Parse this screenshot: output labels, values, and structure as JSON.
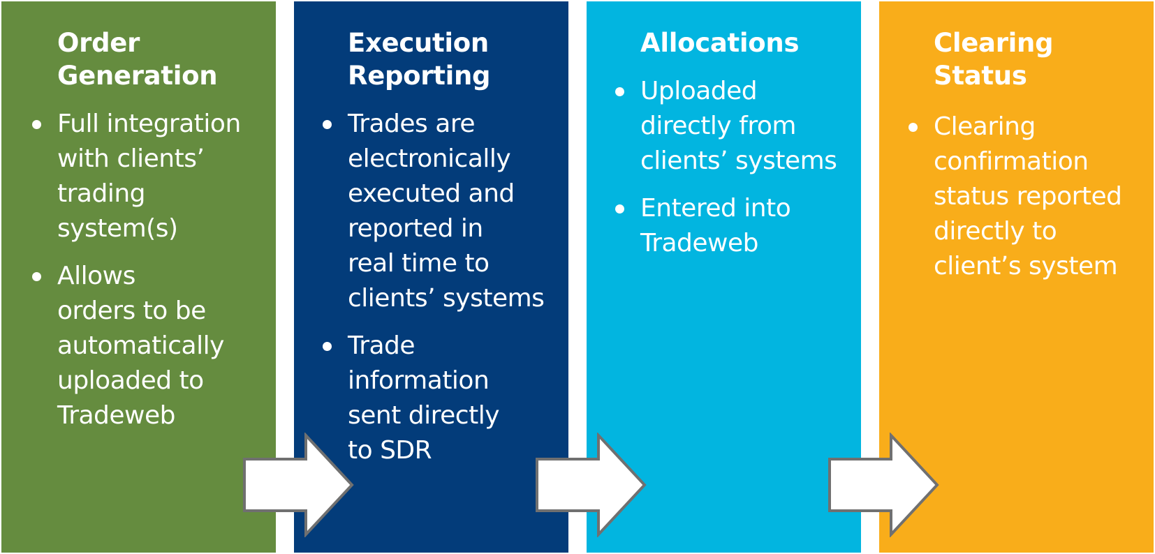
{
  "colors": {
    "order_generation": "#658c3f",
    "execution_reporting": "#033c7a",
    "allocations": "#02b5e0",
    "clearing_status": "#f9ad1a",
    "arrow_fill": "#ffffff",
    "arrow_stroke": "#707070"
  },
  "panels": [
    {
      "title": "Order\nGeneration",
      "bullets": [
        "Full integration\nwith clients’\ntrading\nsystem(s)",
        "Allows\norders to be\nautomatically\nuploaded to\nTradeweb"
      ]
    },
    {
      "title": "Execution\nReporting",
      "bullets": [
        "Trades are\nelectronically\nexecuted and\nreported in\nreal time to\nclients’ systems",
        "Trade\ninformation\nsent directly\nto SDR"
      ]
    },
    {
      "title": "Allocations",
      "bullets": [
        "Uploaded\ndirectly from\nclients’ systems",
        "Entered into\nTradeweb"
      ]
    },
    {
      "title": "Clearing\nStatus",
      "bullets": [
        "Clearing\nconfirmation\nstatus reported\ndirectly to\nclient’s system"
      ]
    }
  ],
  "arrows": [
    {
      "icon": "right-arrow-icon"
    },
    {
      "icon": "right-arrow-icon"
    },
    {
      "icon": "right-arrow-icon"
    }
  ]
}
